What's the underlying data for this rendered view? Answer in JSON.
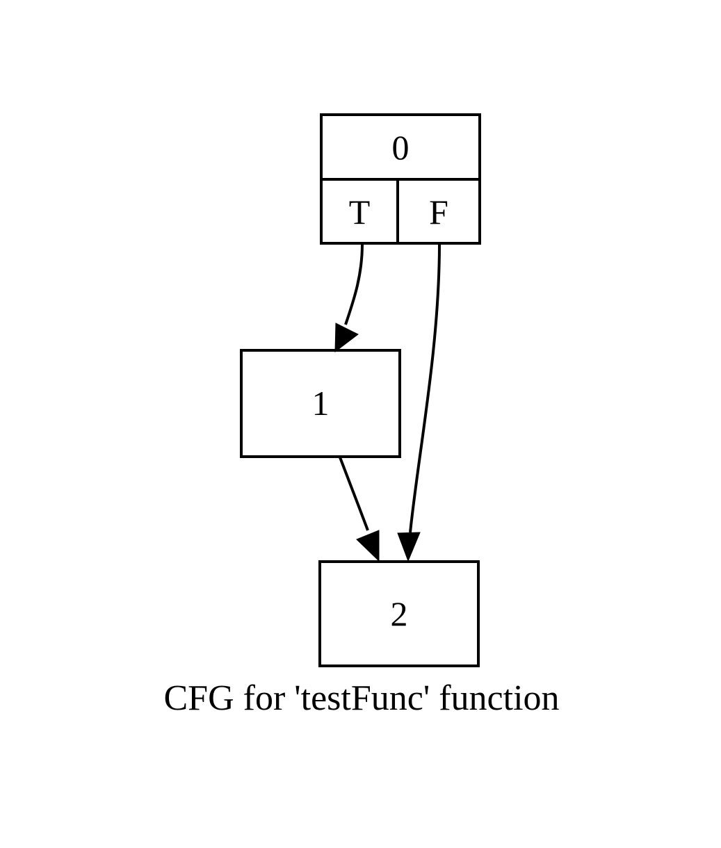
{
  "graph": {
    "caption": "CFG for 'testFunc' function",
    "background_color": "#ffffff",
    "stroke_color": "#000000",
    "nodes": [
      {
        "id": "node0",
        "label": "0",
        "kind": "conditional-branch",
        "ports": [
          {
            "id": "T",
            "label": "T"
          },
          {
            "id": "F",
            "label": "F"
          }
        ]
      },
      {
        "id": "node1",
        "label": "1",
        "kind": "basic-block",
        "ports": []
      },
      {
        "id": "node2",
        "label": "2",
        "kind": "basic-block",
        "ports": []
      }
    ],
    "edges": [
      {
        "id": "edge-0T-1",
        "from": "node0",
        "from_port": "T",
        "to": "node1",
        "label": ""
      },
      {
        "id": "edge-0F-2",
        "from": "node0",
        "from_port": "F",
        "to": "node2",
        "label": ""
      },
      {
        "id": "edge-1-2",
        "from": "node1",
        "from_port": "",
        "to": "node2",
        "label": ""
      }
    ]
  }
}
